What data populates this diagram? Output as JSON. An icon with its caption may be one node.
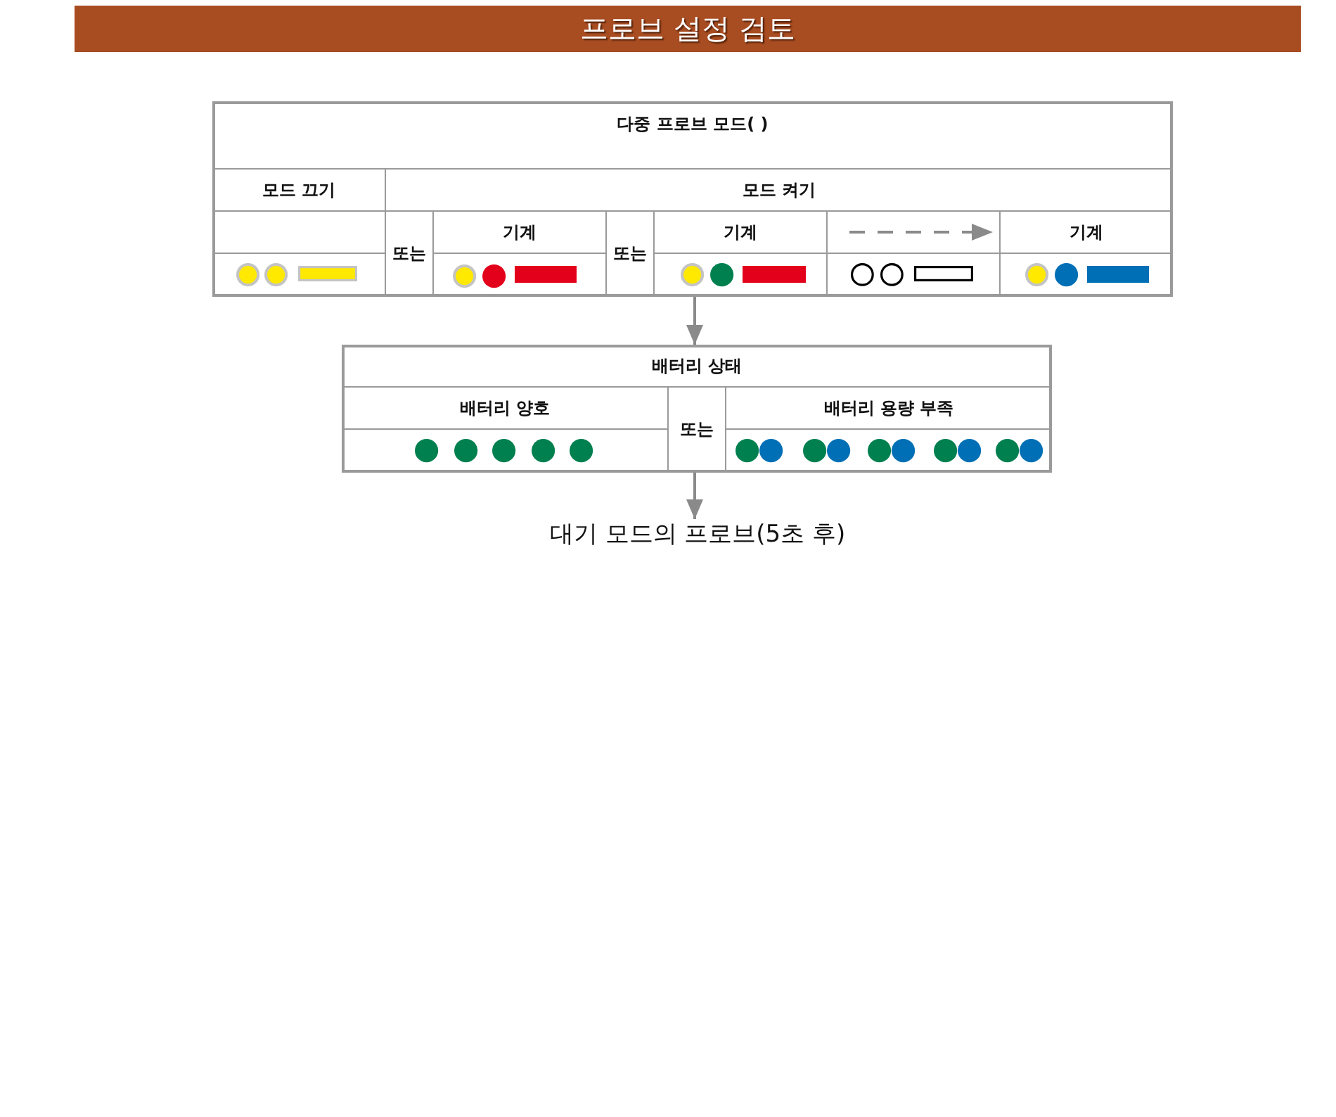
{
  "diagram": {
    "title": "프로브 설정 검토",
    "nodes": [
      {
        "text": [
          "다중 프로브 모드( )",
          "모드 끄기",
          "모드 켜기",
          "또는",
          "기계",
          "또는",
          "기계",
          "기계"
        ]
      },
      {
        "text": [
          "배터리 상태",
          "배터리 양호",
          "또는",
          "배터리 용량 부족"
        ]
      },
      {
        "text": [
          "대기 모드의 프로브(5초 후)"
        ]
      }
    ],
    "edges": [
      {
        "from": 0,
        "to": 1,
        "arrow": "to"
      },
      {
        "from": 1,
        "to": 2,
        "arrow": "to"
      }
    ]
  }
}
